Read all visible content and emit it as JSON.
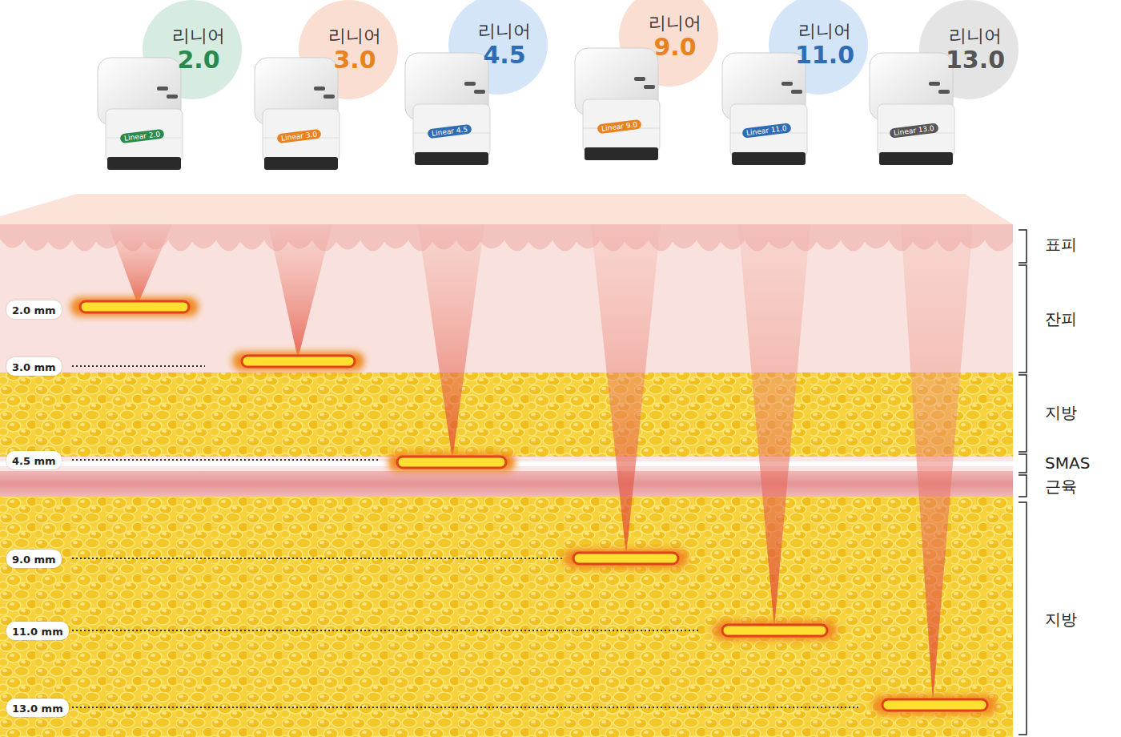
{
  "diagram": {
    "nodes": [
      {
        "text": [
          "리니어",
          "2.0"
        ]
      },
      {
        "text": [
          "리니어",
          "3.0"
        ]
      },
      {
        "text": [
          "리니어",
          "4.5"
        ]
      },
      {
        "text": [
          "리니어",
          "9.0"
        ]
      },
      {
        "text": [
          "리니어",
          "11.0"
        ]
      },
      {
        "text": [
          "리니어",
          "13.0"
        ]
      },
      {
        "text": [
          "2.0 mm"
        ]
      },
      {
        "text": [
          "3.0 mm"
        ]
      },
      {
        "text": [
          "4.5 mm"
        ]
      },
      {
        "text": [
          "9.0 mm"
        ]
      },
      {
        "text": [
          "11.0 mm"
        ]
      },
      {
        "text": [
          "13.0 mm"
        ]
      }
    ],
    "labels": [
      "Linear 2.0",
      "Linear 3.0",
      "Linear 4.5",
      "Linear 9.0",
      "Linear 11.0",
      "Linear 13.0",
      "표피",
      "잔피",
      "지방",
      "SMAS",
      "근육",
      "지방"
    ]
  }
}
